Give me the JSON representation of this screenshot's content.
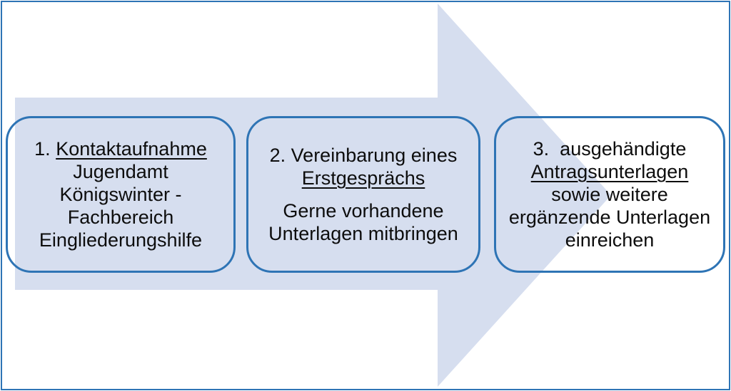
{
  "theme": {
    "frame_border": "#2E74B5",
    "box_border": "#2E74B5",
    "arrow_fill": "#D6DEEF",
    "text_color": "#0D0D0D"
  },
  "steps": [
    {
      "prefix": "1. ",
      "underlined": "Kontaktaufnahme",
      "body": [
        "Jugendamt",
        "Königswinter -",
        "Fachbereich",
        "Eingliederungshilfe"
      ]
    },
    {
      "prefix": "2. Vereinbarung eines",
      "underlined": "Erstgesprächs",
      "body": [
        "Gerne vorhandene",
        "Unterlagen mitbringen"
      ]
    },
    {
      "prefix": "3.  ausgehändigte",
      "underlined": "Antragsunterlagen",
      "body": [
        "sowie weitere",
        "ergänzende Unterlagen",
        "einreichen"
      ]
    }
  ]
}
